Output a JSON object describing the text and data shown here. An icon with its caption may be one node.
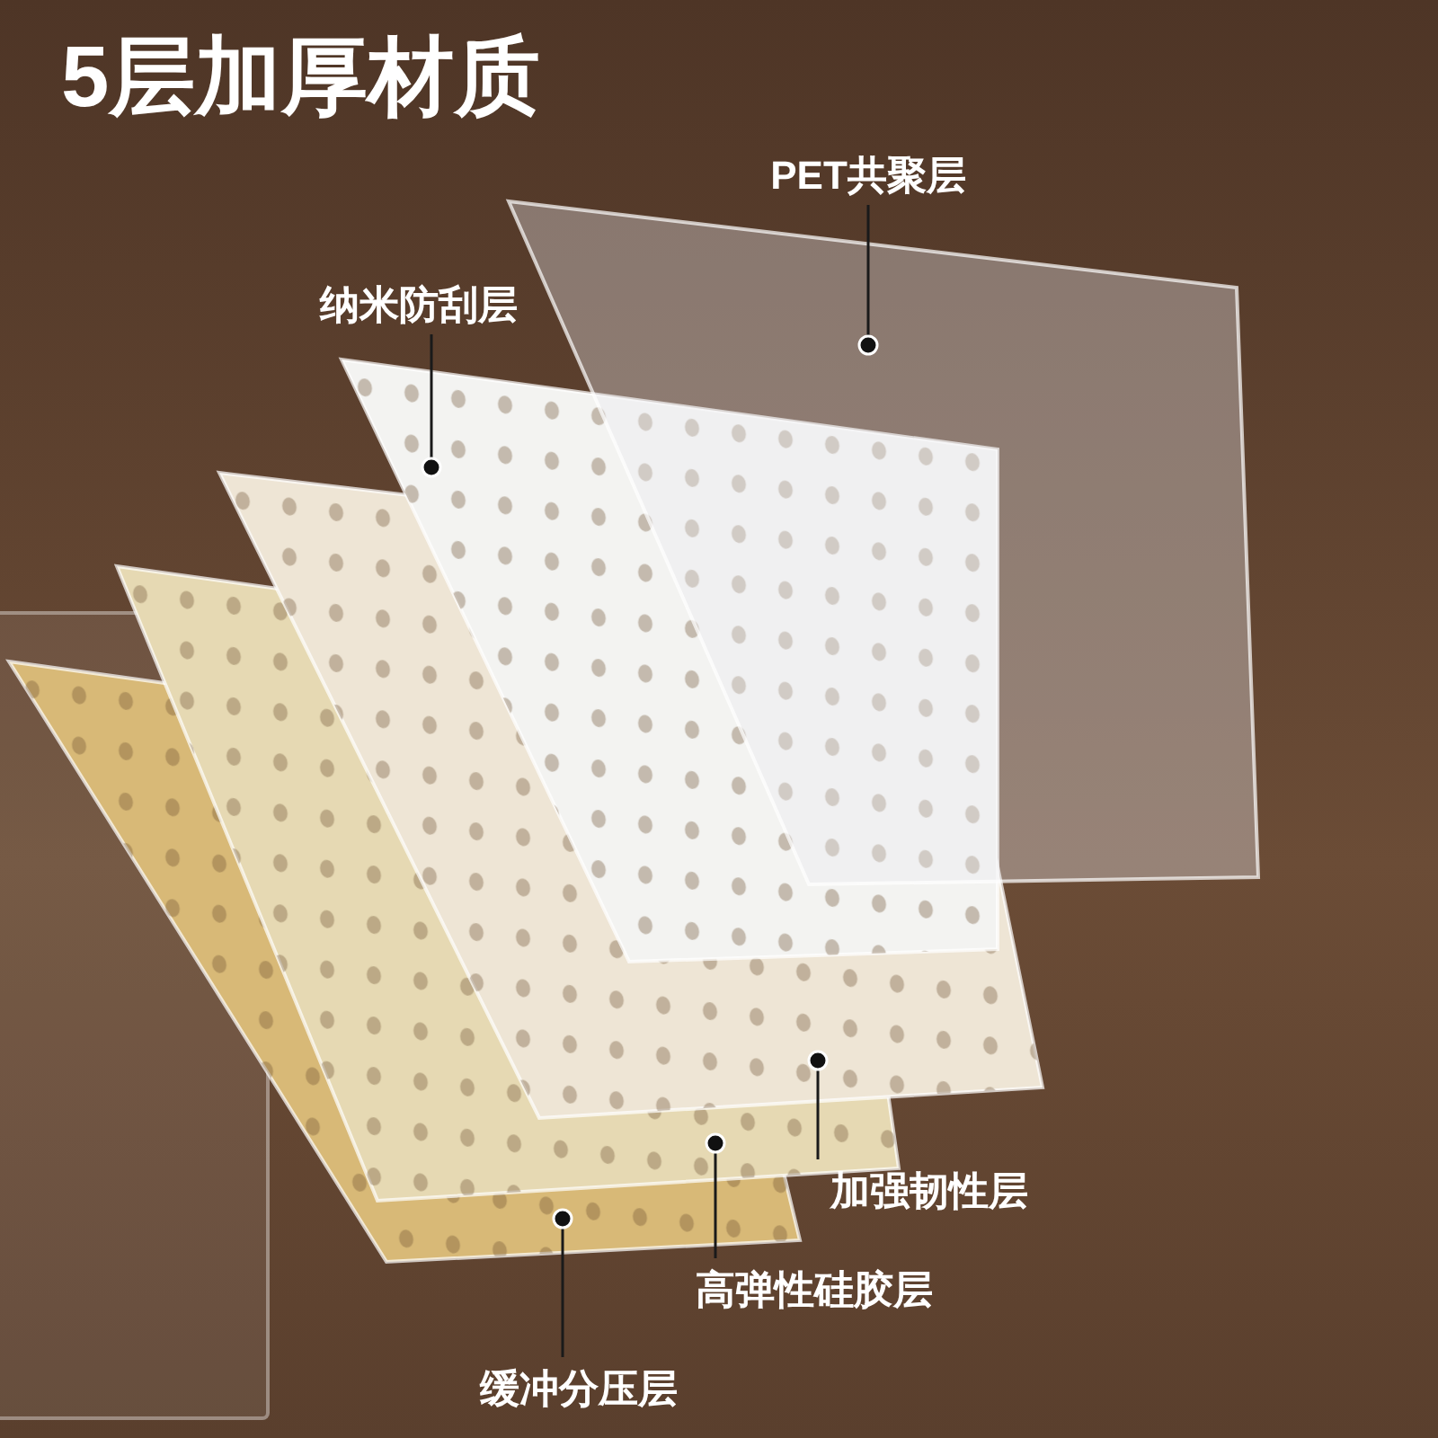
{
  "diagram": {
    "title": "5层加厚材质",
    "nodes": [
      {
        "text": [
          "PET共聚层"
        ]
      },
      {
        "text": [],
        "shape": "box"
      },
      {
        "text": [
          "纳米防刮层"
        ]
      },
      {
        "text": [],
        "shape": "box"
      },
      {
        "text": [],
        "shape": "box"
      },
      {
        "text": [
          "加强韧性层"
        ]
      },
      {
        "text": [],
        "shape": "box"
      },
      {
        "text": [
          "高弹性硅胶层"
        ]
      },
      {
        "text": [],
        "shape": "box"
      },
      {
        "text": [
          "缓冲分压层"
        ]
      }
    ],
    "edges": [
      {
        "from": 0,
        "to": 1,
        "arrow": "other"
      },
      {
        "from": 2,
        "to": 3,
        "arrow": "other"
      },
      {
        "from": 5,
        "to": 4,
        "arrow": "other"
      },
      {
        "from": 7,
        "to": 6,
        "arrow": "other"
      },
      {
        "from": 9,
        "to": 8,
        "arrow": "other"
      }
    ]
  }
}
